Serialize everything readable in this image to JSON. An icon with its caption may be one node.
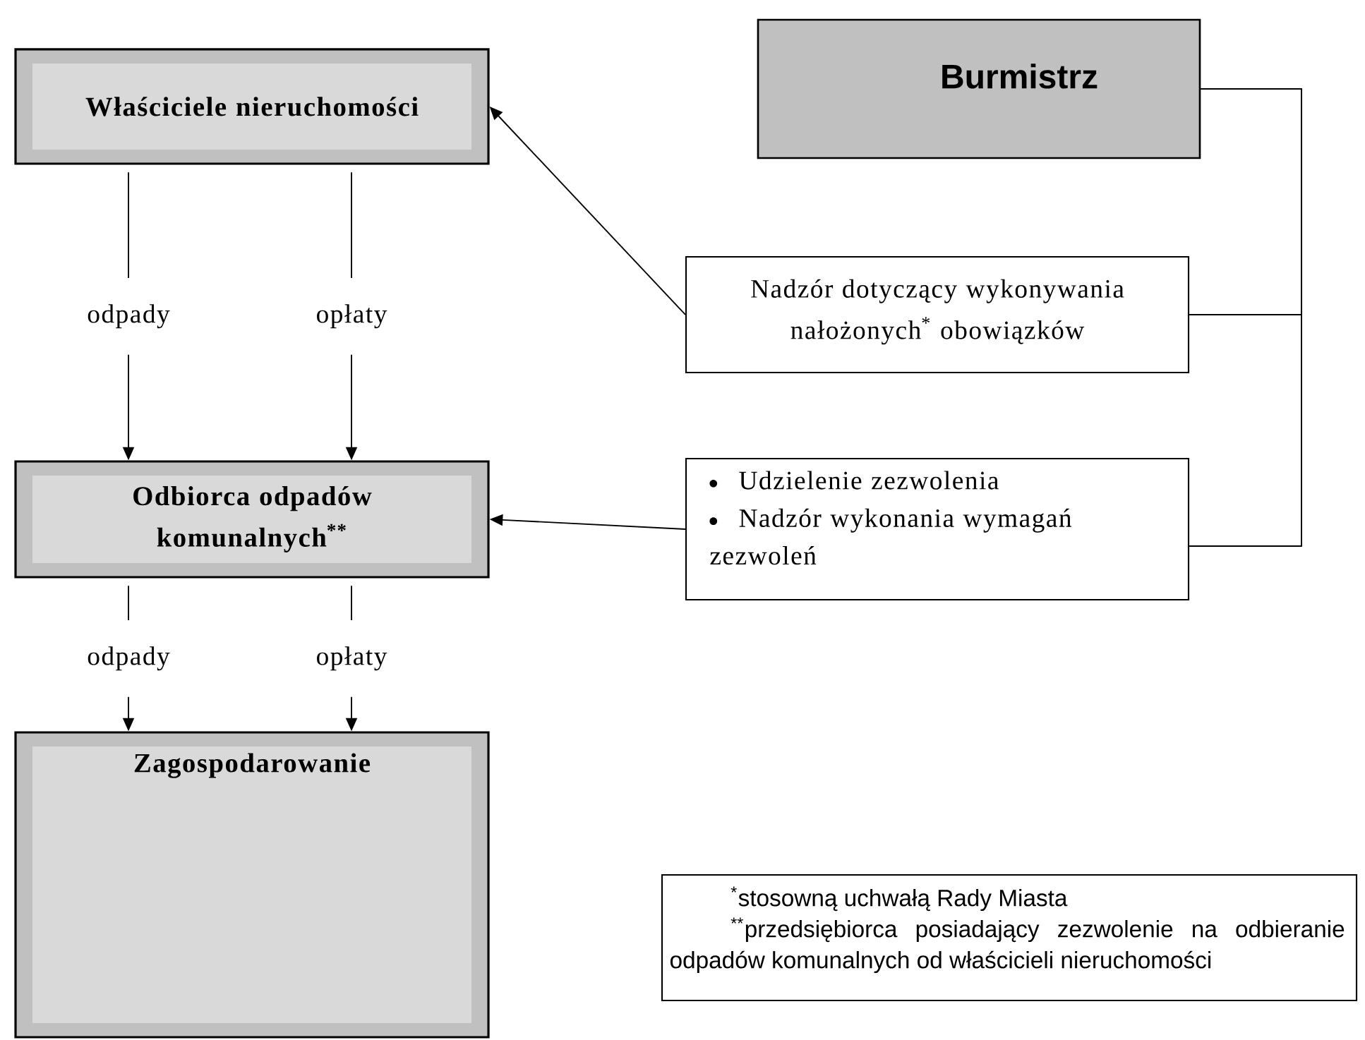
{
  "diagram": {
    "nodes": [
      {
        "text": [
          "Właściciele nieruchomości"
        ]
      },
      {
        "text": [
          "Burmistrz"
        ]
      },
      {
        "text": [
          "Nadzór dotyczący wykonywania nałożonych$^{*}$ obowiązków"
        ]
      },
      {
        "text": [
          "Udzielenie zezwolenia",
          "Nadzór wykonania wymagań zezwoleń"
        ]
      },
      {
        "text": [
          "Odbiorca odpadów komunalnych$^{**}$"
        ]
      },
      {
        "text": [
          "Zagospodarowanie"
        ]
      },
      {
        "text": [
          "$^{*}$stosowną uchwałą Rady Miasta",
          "$^{**}$przedsiębiorca posiadający zezwolenie na odbieranie odpadów komunalnych od właścicieli nieruchomości"
        ]
      }
    ],
    "edges": [
      {
        "from": 0,
        "to": 4,
        "arrow": "to",
        "label": "odpady"
      },
      {
        "from": 0,
        "to": 4,
        "arrow": "to",
        "label": "opłaty"
      },
      {
        "from": 4,
        "to": 5,
        "arrow": "to",
        "label": "odpady"
      },
      {
        "from": 4,
        "to": 5,
        "arrow": "to",
        "label": "opłaty"
      },
      {
        "from": 2,
        "to": 0,
        "arrow": "to"
      },
      {
        "from": 3,
        "to": 4,
        "arrow": "to"
      },
      {
        "from": 1,
        "to": 2,
        "arrow": "none"
      },
      {
        "from": 1,
        "to": 3,
        "arrow": "none"
      }
    ]
  }
}
